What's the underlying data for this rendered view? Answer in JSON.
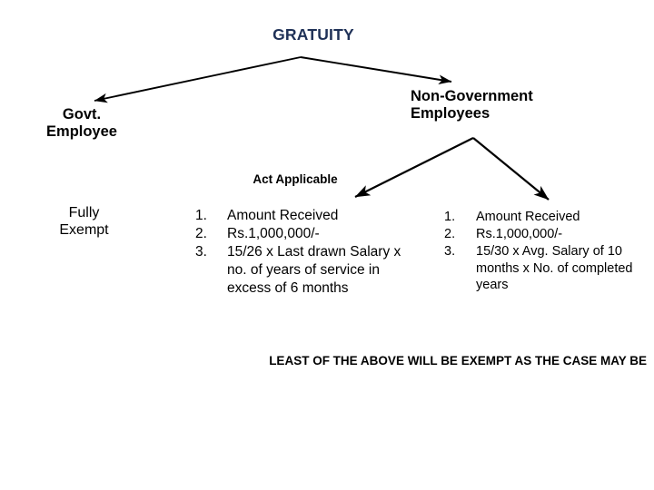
{
  "slide": {
    "title": "GRATUITY",
    "title_color": "#1F3157",
    "background": "#ffffff"
  },
  "branches": {
    "left": {
      "heading": "Govt.\nEmployee",
      "treatment": "Fully\nExempt"
    },
    "right": {
      "heading": "Non-Government\nEmployees",
      "sub_left_label": "Act Applicable"
    }
  },
  "lists": {
    "act_applicable": {
      "items": [
        {
          "num": "1.",
          "text": "Amount Received"
        },
        {
          "num": "2.",
          "text": "Rs.1,000,000/-"
        },
        {
          "num": "3.",
          "text": "15/26 x Last drawn Salary x no. of years of service in excess of 6 months"
        }
      ]
    },
    "act_not_applicable": {
      "items": [
        {
          "num": "1.",
          "text": "Amount Received"
        },
        {
          "num": "2.",
          "text": "Rs.1,000,000/-"
        },
        {
          "num": "3.",
          "text": "15/30 x Avg. Salary of 10 months x No. of completed years"
        }
      ]
    }
  },
  "footer": {
    "note": "LEAST OF THE ABOVE WILL BE EXEMPT AS THE CASE MAY BE"
  }
}
